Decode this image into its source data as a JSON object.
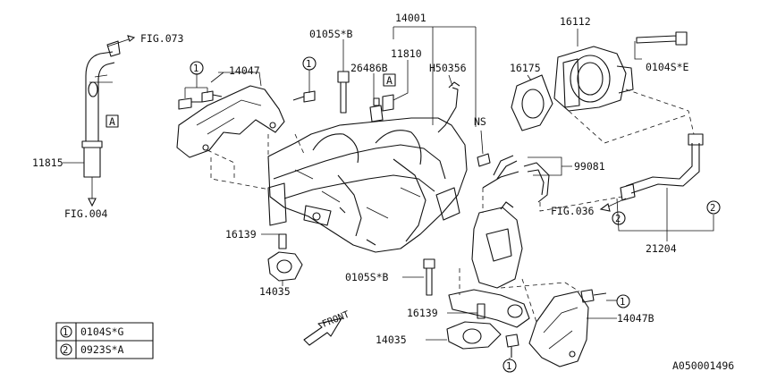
{
  "labels": {
    "fig073": "FIG.073",
    "fig004": "FIG.004",
    "fig036": "FIG.036",
    "p11815": "11815",
    "box_a": "A",
    "p14047": "14047",
    "p0105sb": "0105S*B",
    "p14001": "14001",
    "p11810": "11810",
    "p26486b": "26486B",
    "h50356": "H50356",
    "p16175": "16175",
    "p16112": "16112",
    "p0104se": "0104S*E",
    "ns": "NS",
    "p99081": "99081",
    "p21204": "21204",
    "p16139": "16139",
    "p14035": "14035",
    "p14047b": "14047B",
    "front": "FRONT",
    "drawing_id": "A050001496",
    "num1": "1",
    "num2": "2"
  },
  "legend": [
    {
      "num": "1",
      "part": "0104S*G"
    },
    {
      "num": "2",
      "part": "0923S*A"
    }
  ]
}
